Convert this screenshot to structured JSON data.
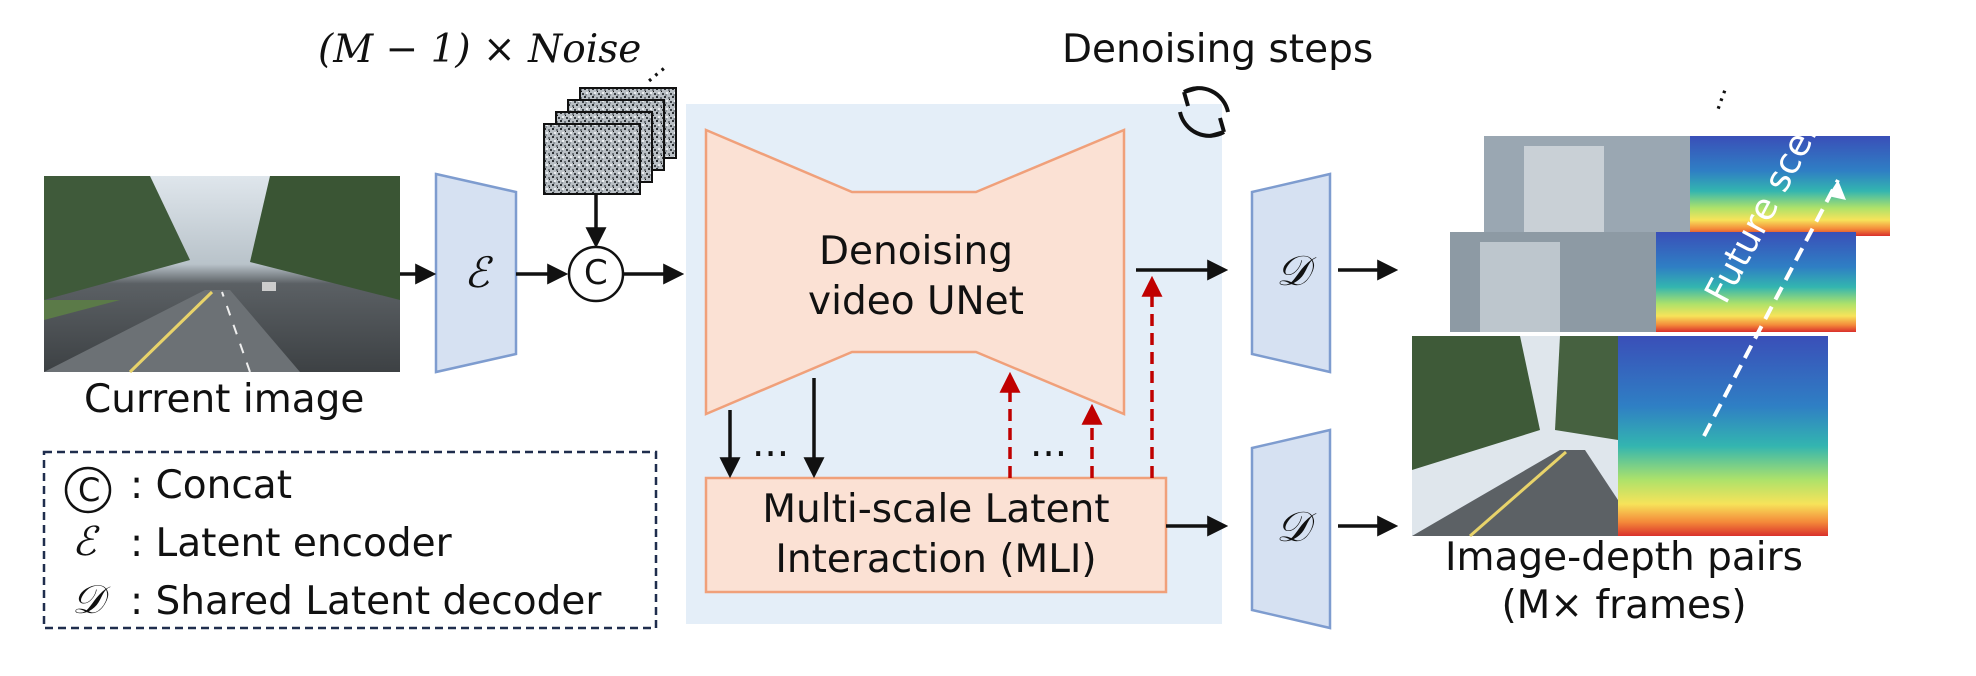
{
  "labels": {
    "noise": "(M − 1) × Noise",
    "denoising_steps": "Denoising steps",
    "current_image": "Current image",
    "encoder_symbol": "ℰ",
    "decoder_symbol": "𝒟",
    "concat_symbol": "C",
    "unet_line1": "Denoising",
    "unet_line2": "video UNet",
    "mli_line1": "Multi-scale Latent",
    "mli_line2": "Interaction (MLI)",
    "ellipsis": "...",
    "future_scenes": "Future scenes",
    "output_line1": "Image-depth pairs",
    "output_line2": "(M× frames)"
  },
  "legend": {
    "items": [
      {
        "symbol": "C",
        "text": ": Concat"
      },
      {
        "symbol": "ℰ",
        "text": ": Latent encoder"
      },
      {
        "symbol": "𝒟",
        "text": ": Shared Latent decoder"
      }
    ]
  },
  "colors": {
    "background_panel": "#e4eef8",
    "unet_fill": "#fbe1d4",
    "unet_stroke": "#f0a07a",
    "encoder_fill": "#d6e1f2",
    "encoder_stroke": "#7e9ccf",
    "red_arrow": "#c00000",
    "dark_arrow": "#111111"
  }
}
